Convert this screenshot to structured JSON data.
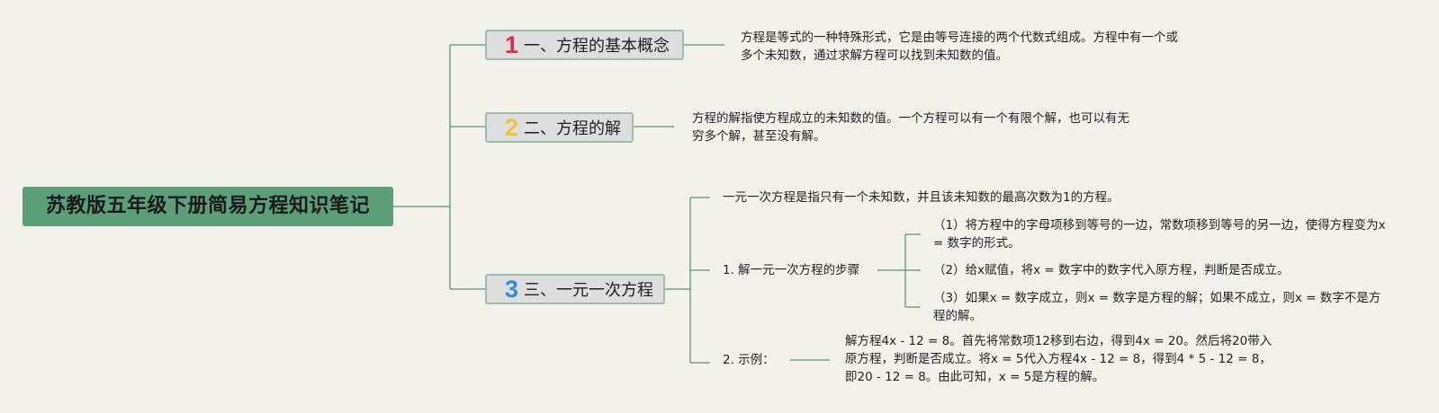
{
  "root": {
    "title": "苏教版五年级下册简易方程知识笔记"
  },
  "topics": [
    {
      "number": "1",
      "label": "一、方程的基本概念",
      "description": "方程是等式的一种特殊形式，它是由等号连接的两个代数式组成。方程中有一个或多个未知数，通过求解方程可以找到未知数的值。"
    },
    {
      "number": "2",
      "label": "二、方程的解",
      "description": "方程的解指使方程成立的未知数的值。一个方程可以有一个有限个解，也可以有无穷多个解，甚至没有解。"
    },
    {
      "number": "3",
      "label": "三、一元一次方程",
      "definition": "一元一次方程是指只有一个未知数，并且该未知数的最高次数为1的方程。",
      "steps_label": "1. 解一元一次方程的步骤",
      "steps": [
        "（1）将方程中的字母项移到等号的一边，常数项移到等号的另一边，使得方程变为x = 数字的形式。",
        "（2）给x赋值，将x = 数字中的数字代入原方程，判断是否成立。",
        "（3）如果x = 数字成立，则x = 数字是方程的解；如果不成立，则x = 数字不是方程的解。"
      ],
      "example_label": "2. 示例：",
      "example": "解方程4x - 12 = 8。首先将常数项12移到右边，得到4x = 20。然后将20带入原方程，判断是否成立。将x = 5代入方程4x - 12 = 8，得到4 * 5 - 12 = 8，即20 - 12 = 8。由此可知，x = 5是方程的解。"
    }
  ],
  "colors": {
    "background": "#f3f2ea",
    "root_fill": "#5b9e78",
    "topic_fill": "#dedede",
    "topic_border": "#9cbfa9",
    "connector": "#6fa285",
    "number_1": "#d93045",
    "number_2": "#f0c53c",
    "number_3": "#2a8fd3"
  }
}
